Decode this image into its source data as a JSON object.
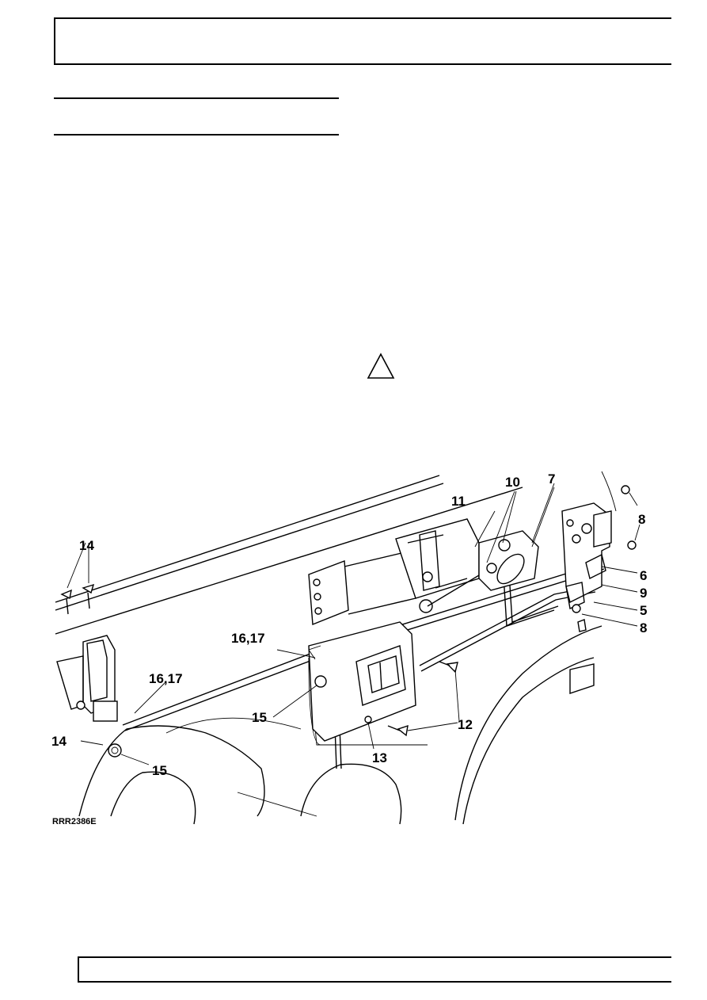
{
  "figure": {
    "reference": "RRR2386E",
    "callouts": {
      "c14a": "14",
      "c14b": "14",
      "c16a": "16,17",
      "c16b": "16,17",
      "c15a": "15",
      "c15b": "15",
      "c13": "13",
      "c12": "12",
      "c11": "11",
      "c10": "10",
      "c7": "7",
      "c8a": "8",
      "c8b": "8",
      "c6": "6",
      "c9": "9",
      "c5": "5"
    }
  },
  "icons": {
    "warning": "warning-triangle-icon"
  }
}
